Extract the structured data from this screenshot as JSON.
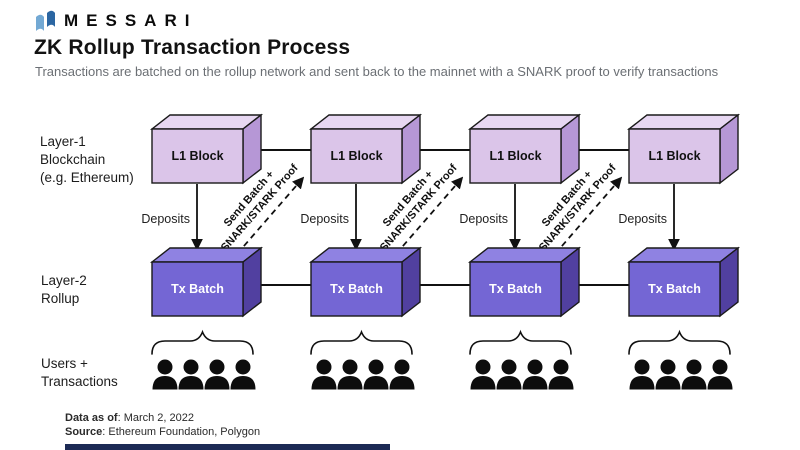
{
  "header": {
    "brand": "MESSARI",
    "title": "ZK Rollup Transaction Process",
    "subtitle": "Transactions are batched on the rollup network and sent back to the mainnet with a SNARK proof to verify transactions"
  },
  "row_labels": {
    "layer1": "Layer-1\nBlockchain\n(e.g. Ethereum)",
    "layer2": "Layer-2\nRollup",
    "users": "Users +\nTransactions"
  },
  "diagram": {
    "columns": 4,
    "users_per_column": 4,
    "l1_block_label": "L1 Block",
    "tx_batch_label": "Tx Batch",
    "deposits_label": "Deposits",
    "send_batch_line1": "Send Batch +",
    "send_batch_line2": "SNARK/STARK Proof",
    "colors": {
      "l1_front": "#dbc5e9",
      "l1_top": "#e7d7f2",
      "l1_side": "#b697d6",
      "tx_front": "#7466d4",
      "tx_top": "#8f82e2",
      "tx_side": "#5140a0",
      "outline": "#1a1a1a",
      "person": "#0d0d0d",
      "brand_navy": "#1d2a55",
      "logo_light_blue": "#73a9d4",
      "logo_dark_blue": "#2b66a2"
    }
  },
  "footer": {
    "data_as_of_label": "Data as of",
    "data_as_of_value": ": March 2, 2022",
    "source_label": "Source",
    "source_value": ": Ethereum Foundation, Polygon"
  }
}
